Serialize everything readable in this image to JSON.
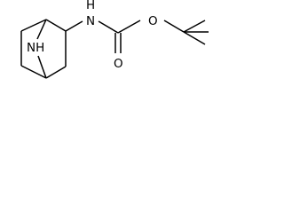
{
  "molecule": {
    "atom_labels": {
      "bridge_amine": "NH",
      "carbamate_nitrogen": "N",
      "carbonyl_oxygen": "O",
      "ester_oxygen": "O"
    },
    "label_hydrogens": {
      "carbamate_nitrogen": "H"
    }
  },
  "colors": {
    "bond": "#000000",
    "label": "#000000",
    "background": "#ffffff"
  }
}
